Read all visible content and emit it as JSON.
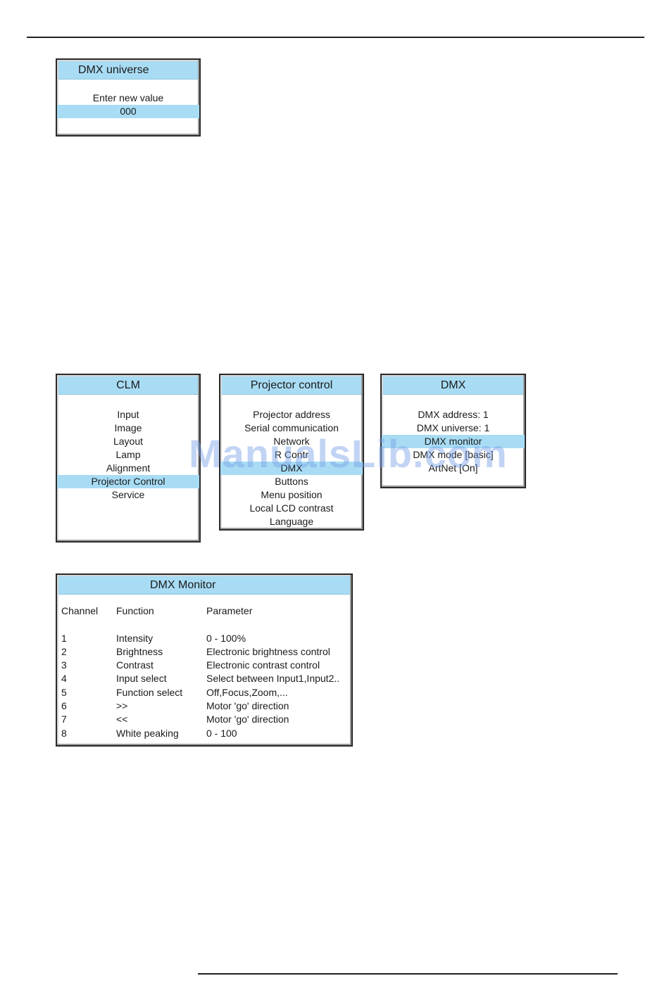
{
  "universe_dialog": {
    "title": "DMX universe",
    "prompt": "Enter new value",
    "value": "000"
  },
  "clm_menu": {
    "title": "CLM",
    "items": [
      "Input",
      "Image",
      "Layout",
      "Lamp",
      "Alignment",
      "Projector Control",
      "Service"
    ],
    "selected_index": 5
  },
  "projector_menu": {
    "title": "Projector control",
    "items": [
      "Projector address",
      "Serial communication",
      "Network",
      "R Contr",
      "DMX",
      "Buttons",
      "Menu position",
      "Local LCD contrast",
      "Language"
    ],
    "selected_index": 4
  },
  "dmx_menu": {
    "title": "DMX",
    "items": [
      "DMX address:  1",
      "DMX universe:  1",
      "DMX monitor",
      "DMX mode  [basic]",
      "ArtNet [On]"
    ],
    "selected_index": 2
  },
  "monitor": {
    "title": "DMX Monitor",
    "headers": [
      "Channel",
      "Function",
      "Parameter"
    ],
    "rows": [
      [
        "1",
        "Intensity",
        "0 - 100%"
      ],
      [
        "2",
        "Brightness",
        " Electronic brightness control"
      ],
      [
        "3",
        "Contrast",
        "Electronic contrast control"
      ],
      [
        "4",
        "Input select",
        "Select between Input1,Input2.."
      ],
      [
        "5",
        "Function select",
        "Off,Focus,Zoom,..."
      ],
      [
        "6",
        ">>",
        "Motor 'go' direction"
      ],
      [
        "7",
        "<<",
        "Motor 'go' direction"
      ],
      [
        "8",
        "White peaking",
        "0 - 100"
      ]
    ]
  },
  "watermark": "ManualsLib.com",
  "colors": {
    "highlight": "#a8dcf4",
    "border": "#2a2a2a"
  }
}
